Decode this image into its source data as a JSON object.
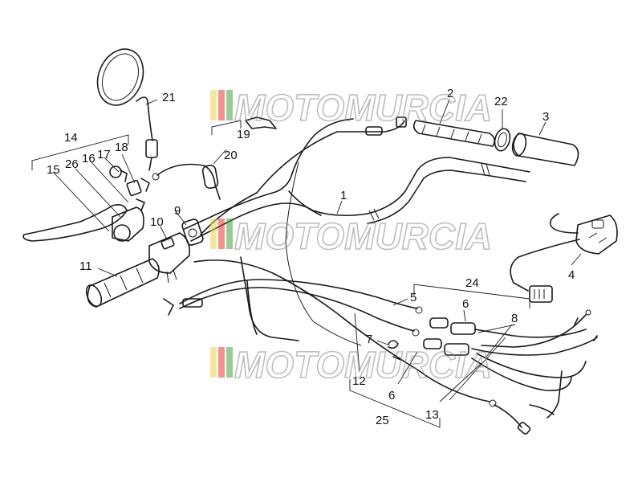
{
  "watermark": {
    "text": "MOTOMURCIA",
    "colors": [
      "#e8d44d",
      "#e53935",
      "#43a047",
      "#9e9e9e"
    ]
  },
  "callouts": {
    "c1": "1",
    "c2": "2",
    "c3": "3",
    "c4": "4",
    "c5": "5",
    "c6a": "6",
    "c6b": "6",
    "c7": "7",
    "c8": "8",
    "c9": "9",
    "c10": "10",
    "c11": "11",
    "c12": "12",
    "c13": "13",
    "c14": "14",
    "c15": "15",
    "c16": "16",
    "c17": "17",
    "c18": "18",
    "c19": "19",
    "c20": "20",
    "c21": "21",
    "c22": "22",
    "c24": "24",
    "c25": "25",
    "c26": "26"
  },
  "colors": {
    "line": "#1a1a1a",
    "background": "#ffffff"
  }
}
